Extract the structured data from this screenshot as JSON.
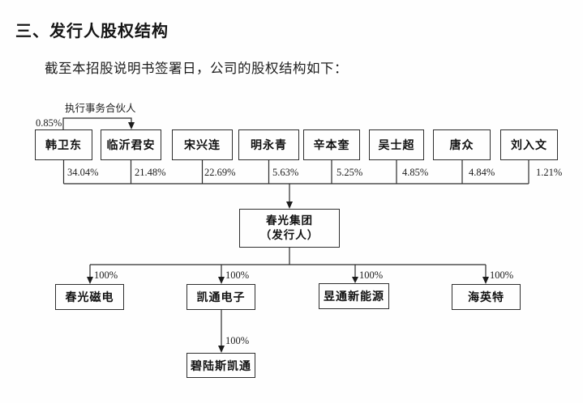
{
  "page": {
    "heading": "三、发行人股权结构",
    "intro": "截至本招股说明书签署日，公司的股权结构如下："
  },
  "diagram": {
    "executive_partner": {
      "label": "执行事务合伙人",
      "percent": "0.85%",
      "from": "韩卫东",
      "to": "临沂君安"
    },
    "shareholders": [
      {
        "name": "韩卫东",
        "percent": "34.04%"
      },
      {
        "name": "临沂君安",
        "percent": "21.48%"
      },
      {
        "name": "宋兴连",
        "percent": "22.69%"
      },
      {
        "name": "明永青",
        "percent": "5.63%"
      },
      {
        "name": "辛本奎",
        "percent": "5.25%"
      },
      {
        "name": "吴士超",
        "percent": "4.85%"
      },
      {
        "name": "唐众",
        "percent": "4.84%"
      },
      {
        "name": "刘入文",
        "percent": "1.21%"
      }
    ],
    "issuer": {
      "name": "春光集团",
      "subtitle": "（发行人）"
    },
    "subsidiaries": [
      {
        "name": "春光磁电",
        "percent": "100%"
      },
      {
        "name": "凯通电子",
        "percent": "100%"
      },
      {
        "name": "昱通新能源",
        "percent": "100%"
      },
      {
        "name": "海英特",
        "percent": "100%"
      }
    ],
    "second_tier_subsidiary": {
      "name": "碧陆斯凯通",
      "percent": "100%"
    }
  }
}
